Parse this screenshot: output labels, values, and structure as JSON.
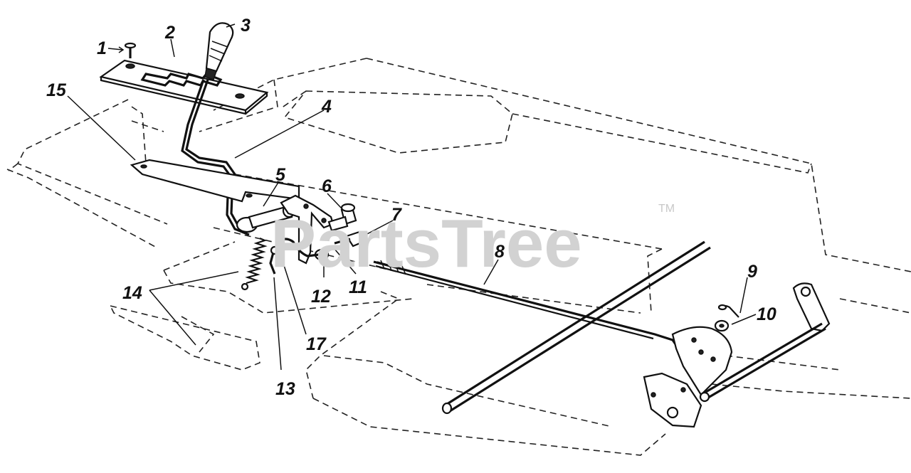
{
  "watermark": {
    "text": "PartsTree",
    "trademark": "TM"
  },
  "callouts": [
    {
      "id": "callout-1",
      "label": "1"
    },
    {
      "id": "callout-2",
      "label": "2"
    },
    {
      "id": "callout-3",
      "label": "3"
    },
    {
      "id": "callout-4",
      "label": "4"
    },
    {
      "id": "callout-5",
      "label": "5"
    },
    {
      "id": "callout-6",
      "label": "6"
    },
    {
      "id": "callout-7",
      "label": "7"
    },
    {
      "id": "callout-8",
      "label": "8"
    },
    {
      "id": "callout-9",
      "label": "9"
    },
    {
      "id": "callout-10",
      "label": "10"
    },
    {
      "id": "callout-11",
      "label": "11"
    },
    {
      "id": "callout-12",
      "label": "12"
    },
    {
      "id": "callout-13",
      "label": "13"
    },
    {
      "id": "callout-14",
      "label": "14"
    },
    {
      "id": "callout-15",
      "label": "15"
    },
    {
      "id": "callout-17",
      "label": "17"
    }
  ]
}
